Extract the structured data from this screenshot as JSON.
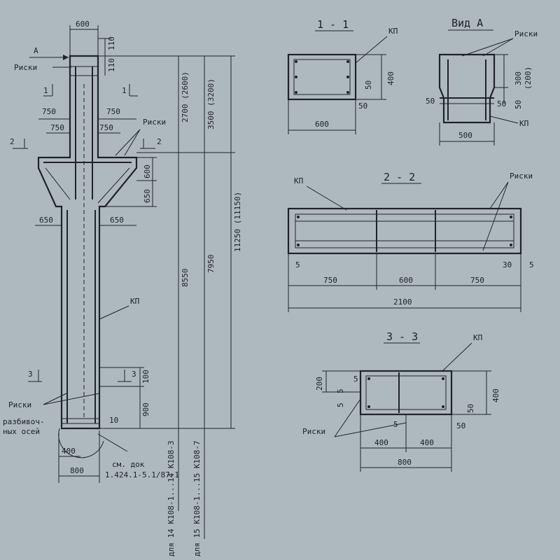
{
  "sections": {
    "s11": "1 - 1",
    "vidA": "Вид А",
    "s22": "2 - 2",
    "s33": "3 - 3"
  },
  "labels": {
    "kp": "КП",
    "riski": "Риски",
    "arrowA": "А",
    "razbiv1": "Риски",
    "razbiv2": "разбивоч-",
    "razbiv3": "ных осей",
    "see1": "см. док",
    "see2": "1.424.1-5.1/87-1"
  },
  "column": {
    "top_width": "600",
    "d110a": "110",
    "d110b": "110",
    "cons_left": "750",
    "cons_right": "750",
    "cons_left2": "750",
    "cons_right2": "750",
    "d600": "600",
    "d650v": "650",
    "d650l": "650",
    "d650r": "650",
    "d2700": "2700 (2600)",
    "d3500": "3500 (3200)",
    "d11250": "11250 (11150)",
    "d8550": "8550",
    "d7950": "7950",
    "d100": "100",
    "d900": "900",
    "d10": "10",
    "bot400": "400",
    "bot800": "800",
    "v1": "для 14 К108-1...14 К108-3",
    "v2": "для 15 К108-1...15 К108-7",
    "cut1": "1",
    "cut2": "2",
    "cut3": "3"
  },
  "s11": {
    "w": "600",
    "h": "400",
    "d50a": "50",
    "d50b": "50"
  },
  "vidA": {
    "w": "500",
    "h300": "300",
    "h200": "(200)",
    "d50a": "50",
    "d50b": "50",
    "d50c": "50"
  },
  "s22": {
    "a": "750",
    "b": "600",
    "c": "750",
    "total": "2100",
    "d5a": "5",
    "d30": "30",
    "d5b": "5"
  },
  "s33": {
    "h200": "200",
    "h400": "400",
    "d50a": "50",
    "d50b": "50",
    "d5a": "5",
    "d5b": "5",
    "d5c": "5",
    "d5d": "5",
    "w400a": "400",
    "w400b": "400",
    "w800": "800"
  }
}
